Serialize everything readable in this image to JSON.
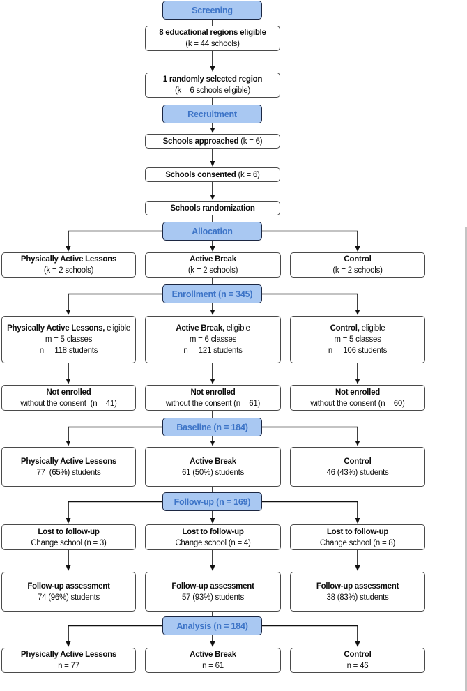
{
  "colors": {
    "phase_fill": "#a9c8f2",
    "phase_border": "#1c2742",
    "phase_text": "#3d74c7",
    "box_border": "#4a4a4a",
    "line": "#111111"
  },
  "phases": {
    "screening": "Screening",
    "recruitment": "Recruitment",
    "allocation": "Allocation",
    "enrollment": "Enrollment (n = 345)",
    "baseline": "Baseline (n = 184)",
    "followup": "Follow-up (n = 169)",
    "analysis": "Analysis (n = 184)"
  },
  "screening_section": {
    "regions": {
      "line1": "8 educational regions eligible",
      "line2": "(k = 44 schools)"
    },
    "selected": {
      "line1": "1 randomly selected region",
      "line2": "(k = 6 schools eligible)"
    }
  },
  "recruitment_section": {
    "approached": {
      "bold": "Schools approached",
      "rest": " (k = 6)"
    },
    "consented": {
      "bold": "Schools consented",
      "rest": " (k = 6)"
    },
    "randomization": {
      "bold": "Schools randomization"
    }
  },
  "allocation_row": [
    {
      "title": "Physically Active Lessons",
      "detail": "(k = 2 schools)"
    },
    {
      "title": "Active Break",
      "detail": "(k = 2 schools)"
    },
    {
      "title": "Control",
      "detail": "(k = 2 schools)"
    }
  ],
  "eligible_row": [
    {
      "bold": "Physically Active Lessons,",
      "rest": " eligible",
      "line2": "m = 5 classes",
      "line3": "n =  118 students"
    },
    {
      "bold": "Active Break,",
      "rest": " eligible",
      "line2": "m = 6 classes",
      "line3": "n =  121 students"
    },
    {
      "bold": "Control,",
      "rest": " eligible",
      "line2": "m = 5 classes",
      "line3": "n =  106 students"
    }
  ],
  "not_enrolled_row": [
    {
      "title": "Not enrolled",
      "detail": "without the consent  (n = 41)"
    },
    {
      "title": "Not enrolled",
      "detail": "without the consent (n = 61)"
    },
    {
      "title": "Not enrolled",
      "detail": "without the consent (n = 60)"
    }
  ],
  "baseline_row": [
    {
      "title": "Physically Active Lessons",
      "detail": "77  (65%) students"
    },
    {
      "title": "Active Break",
      "detail": "61 (50%) students"
    },
    {
      "title": "Control",
      "detail": "46 (43%) students"
    }
  ],
  "lost_row": [
    {
      "title": "Lost to follow-up",
      "detail": "Change school (n = 3)"
    },
    {
      "title": "Lost to follow-up",
      "detail": "Change school (n = 4)"
    },
    {
      "title": "Lost to follow-up",
      "detail": "Change school (n = 8)"
    }
  ],
  "assessment_row": [
    {
      "title": "Follow-up assessment",
      "detail": "74 (96%) students"
    },
    {
      "title": "Follow-up assessment",
      "detail": "57 (93%) students"
    },
    {
      "title": "Follow-up assessment",
      "detail": "38 (83%) students"
    }
  ],
  "analysis_row": [
    {
      "title": "Physically Active Lessons",
      "detail": "n = 77"
    },
    {
      "title": "Active Break",
      "detail": "n = 61"
    },
    {
      "title": "Control",
      "detail": "n = 46"
    }
  ]
}
